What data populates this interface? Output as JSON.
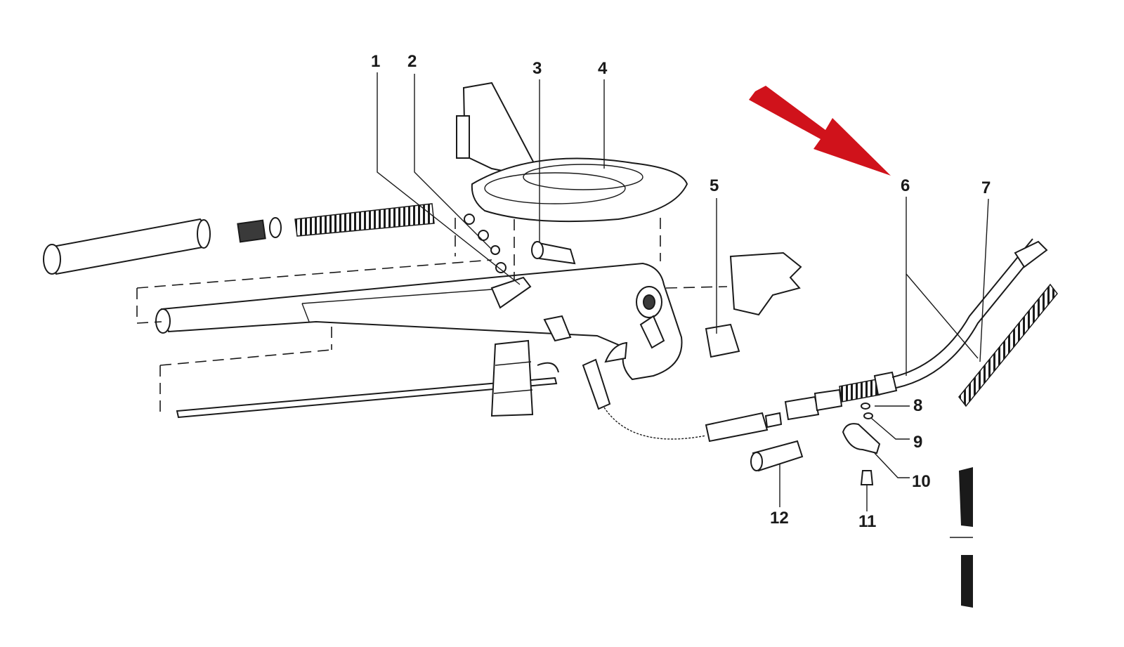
{
  "diagram": {
    "callouts": [
      {
        "id": "1",
        "label": "1"
      },
      {
        "id": "2",
        "label": "2"
      },
      {
        "id": "3",
        "label": "3"
      },
      {
        "id": "4",
        "label": "4"
      },
      {
        "id": "5",
        "label": "5"
      },
      {
        "id": "6",
        "label": "6"
      },
      {
        "id": "7",
        "label": "7"
      },
      {
        "id": "8",
        "label": "8"
      },
      {
        "id": "9",
        "label": "9"
      },
      {
        "id": "10",
        "label": "10"
      },
      {
        "id": "11",
        "label": "11"
      },
      {
        "id": "12",
        "label": "12"
      }
    ],
    "highlight_callout": "6",
    "colors": {
      "ink": "#1a1a1a",
      "arrow": "#d0121b",
      "background": "#ffffff"
    }
  }
}
